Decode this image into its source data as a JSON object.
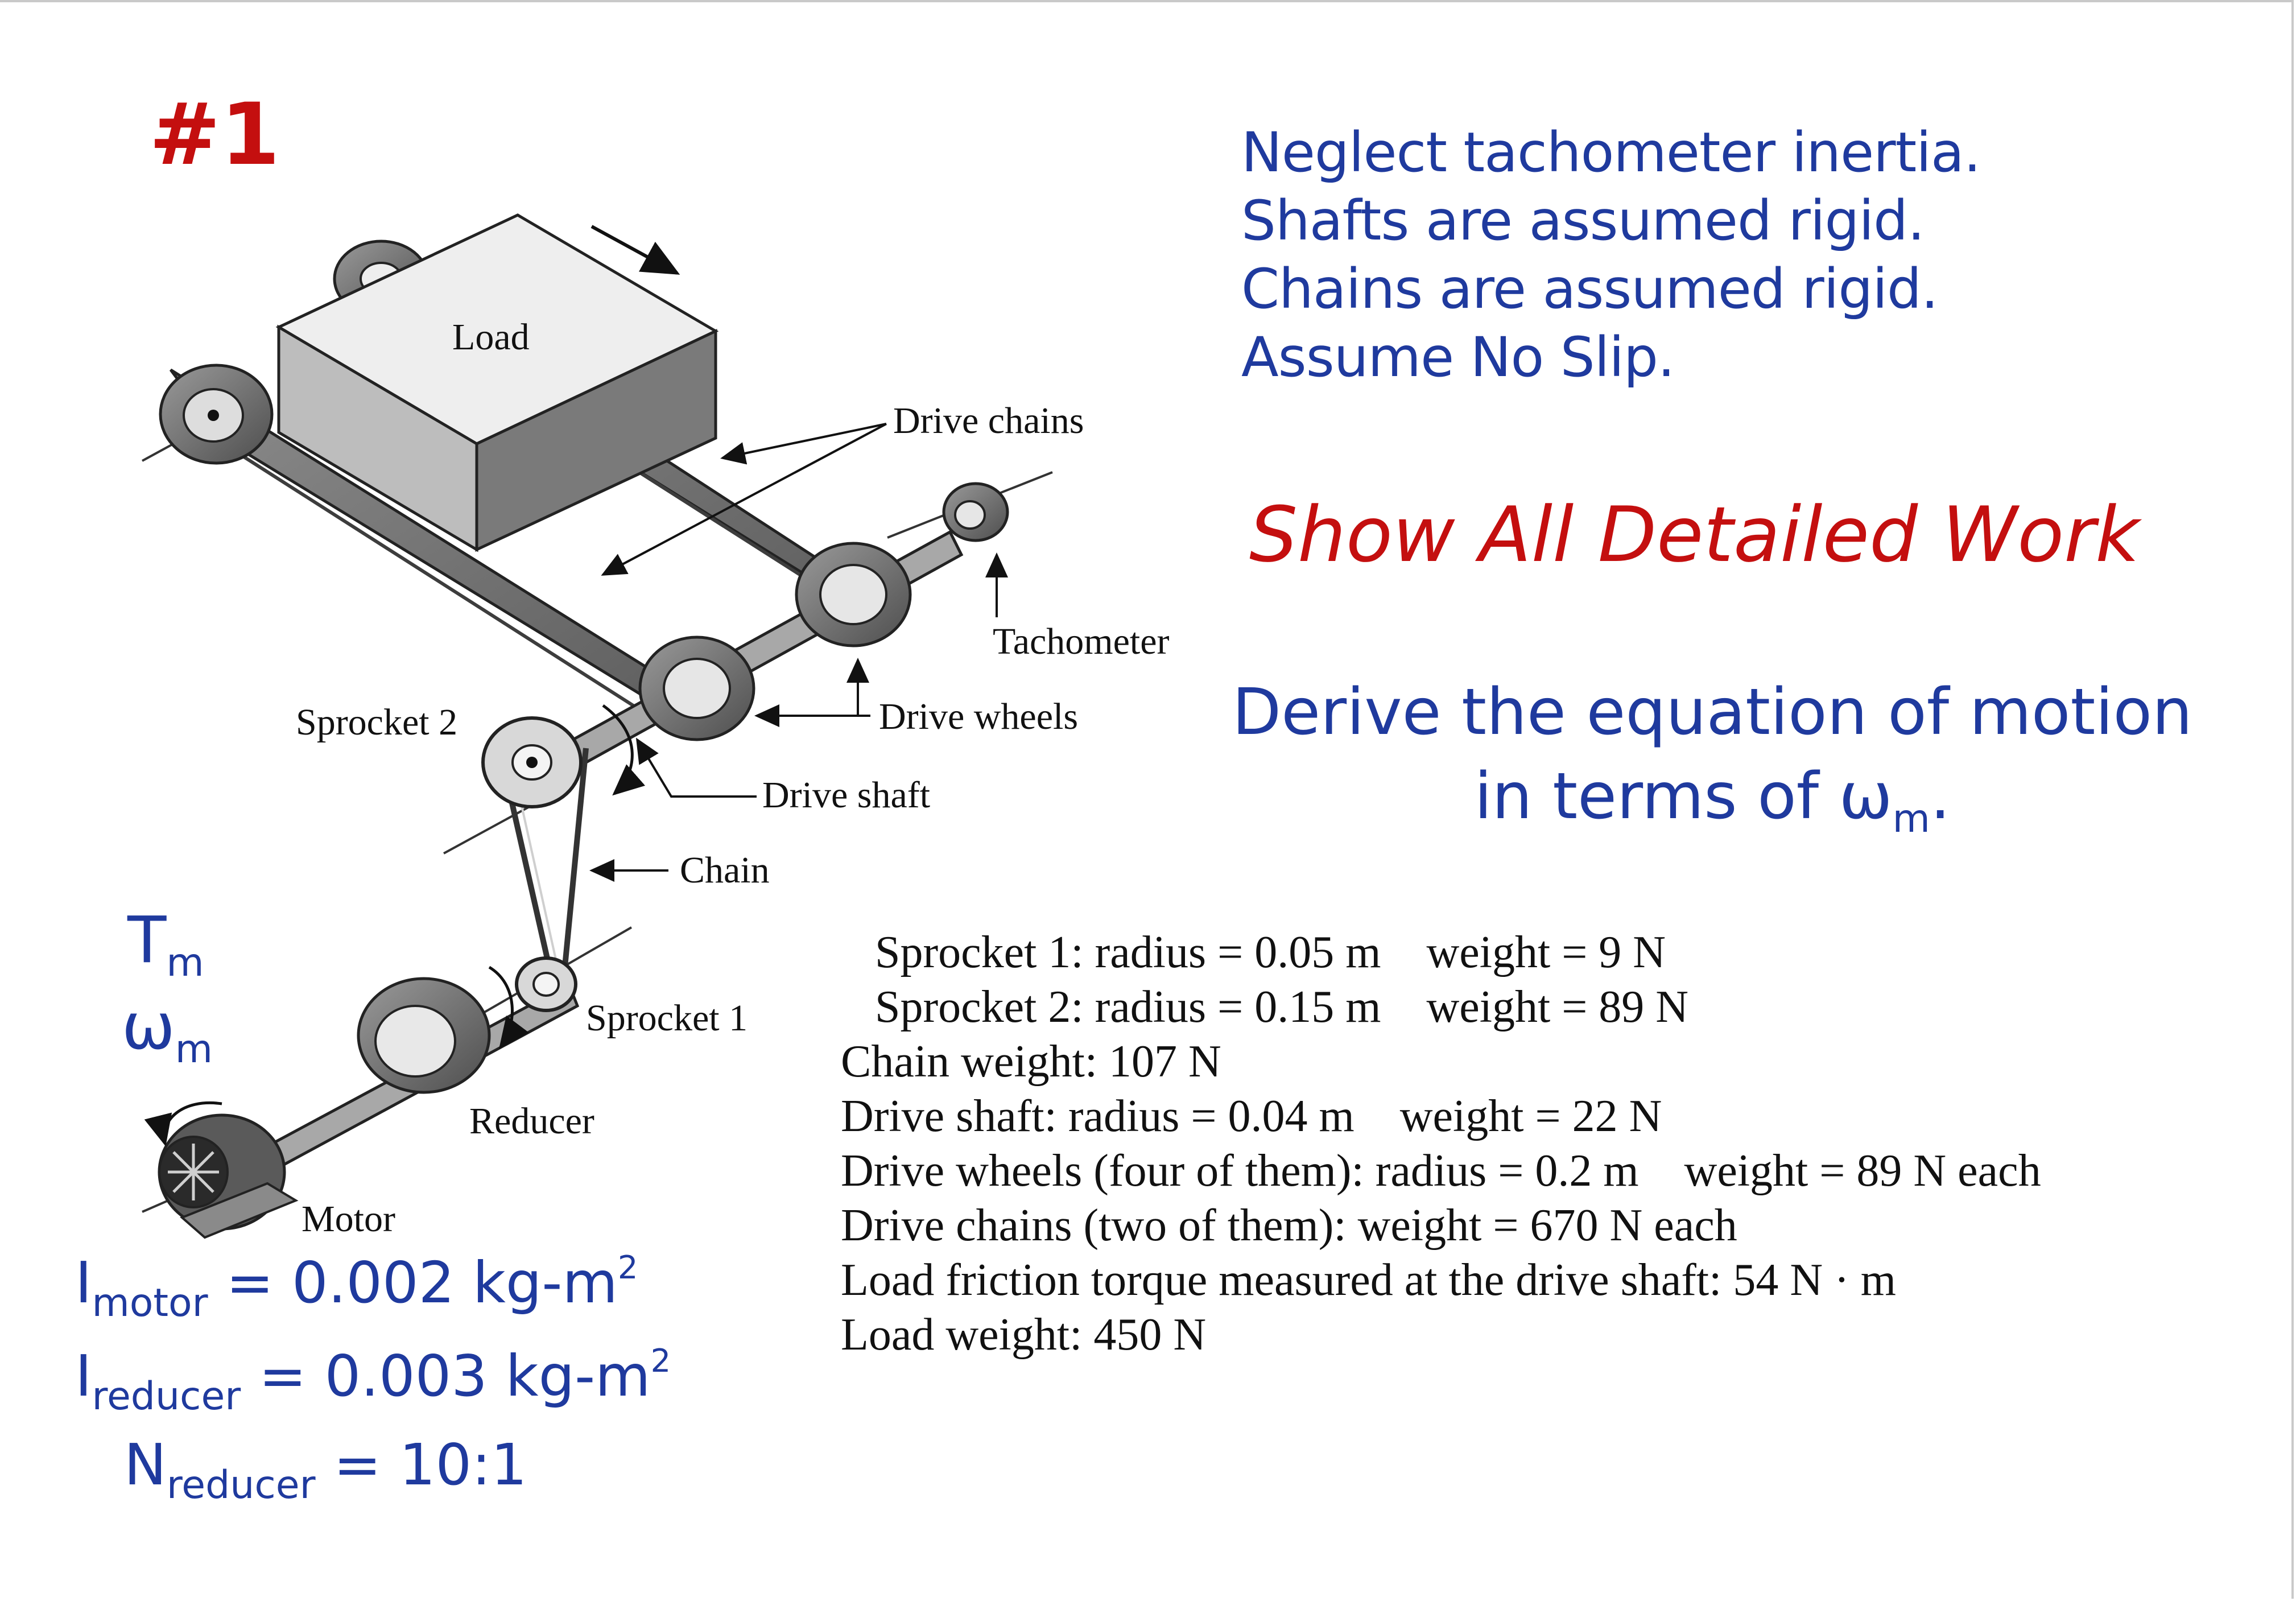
{
  "problem_number": "#1",
  "assumptions": [
    "Neglect tachometer inertia.",
    "Shafts are assumed rigid.",
    "Chains are assumed rigid.",
    "Assume No Slip."
  ],
  "instruction": "Show All Detailed Work",
  "task": {
    "line1": "Derive the equation of motion",
    "line2_prefix": "in terms of ω",
    "line2_sub": "m",
    "line2_suffix": "."
  },
  "motor_symbols": {
    "torque": "T",
    "torque_sub": "m",
    "speed": "ω",
    "speed_sub": "m"
  },
  "inertias": {
    "motor": {
      "symbol": "I",
      "sub": "motor",
      "value": " = 0.002 kg-m",
      "sup": "2"
    },
    "reducer": {
      "symbol": "I",
      "sub": "reducer",
      "value": " = 0.003 kg-m",
      "sup": "2"
    },
    "ratio": {
      "symbol": "N",
      "sub": "reducer",
      "value": " = 10:1"
    }
  },
  "parameters": [
    "   Sprocket 1: radius = 0.05 m    weight = 9 N",
    "   Sprocket 2: radius = 0.15 m    weight = 89 N",
    "Chain weight: 107 N",
    "Drive shaft: radius = 0.04 m    weight = 22 N",
    "Drive wheels (four of them): radius = 0.2 m    weight = 89 N each",
    "Drive chains (two of them): weight = 670 N each",
    "Load friction torque measured at the drive shaft: 54 N · m",
    "Load weight: 450 N"
  ],
  "diagram_labels": {
    "load": "Load",
    "drive_chains": "Drive chains",
    "tachometer": "Tachometer",
    "drive_wheels": "Drive wheels",
    "sprocket2": "Sprocket 2",
    "drive_shaft": "Drive shaft",
    "chain": "Chain",
    "sprocket1": "Sprocket 1",
    "reducer": "Reducer",
    "motor": "Motor"
  },
  "colors": {
    "blue_text": "#1f3a9e",
    "red_text": "#c40f0f"
  }
}
